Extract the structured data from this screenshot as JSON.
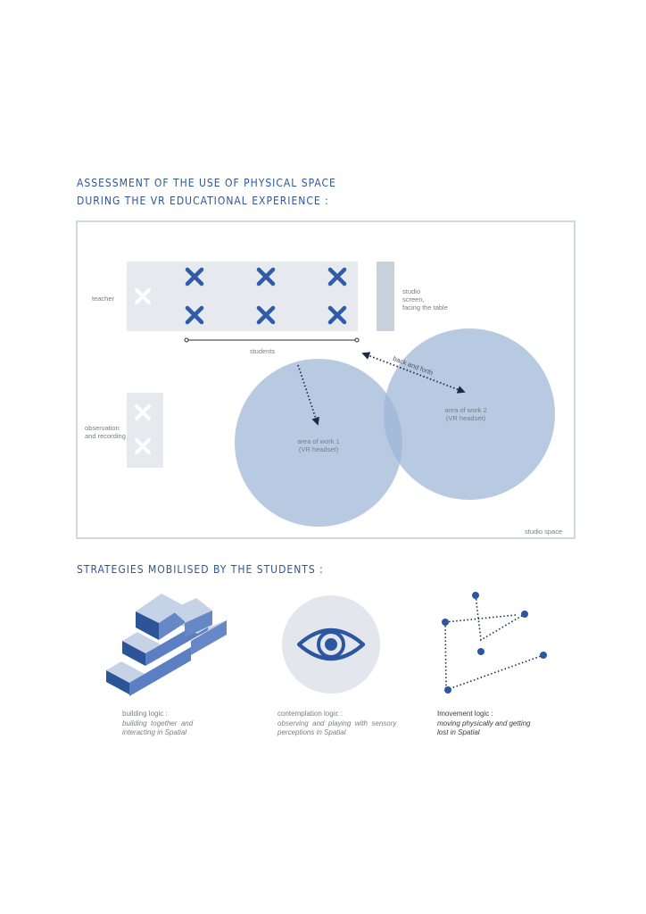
{
  "section1": {
    "title_line1": "ASSESSMENT OF THE USE OF PHYSICAL SPACE",
    "title_line2": "DURING THE VR EDUCATIONAL EXPERIENCE :"
  },
  "plan": {
    "teacher_label": "teacher",
    "observation_label_line1": "observation",
    "observation_label_line2": "and recording",
    "screen_label_line1_a": "studio",
    "screen_label_line1_b": "screen,",
    "screen_label_line2": "facing the table",
    "students_label": "students",
    "back_and_forth_label": "back and forth",
    "area1_line1": "area of work 1",
    "area1_line2": "(VR headset)",
    "area2_line1": "area of work 2",
    "area2_line2": "(VR headset)",
    "studio_space_label": "studio space"
  },
  "section2": {
    "title": "STRATEGIES MOBILISED BY THE STUDENTS :"
  },
  "strategies": [
    {
      "name": "building logic :",
      "desc_line1": "building  together  and",
      "desc_line2": "interacting in Spatial",
      "icon": "brick-wall-icon"
    },
    {
      "name": "contemplation logic :",
      "desc_line1": "observing  and  playing  with  sensory",
      "desc_line2": "perceptions in Spatial",
      "icon": "eye-icon"
    },
    {
      "name": "Imovement logic :",
      "desc_line1": "moving physically and getting",
      "desc_line2": "lost in Spatial",
      "icon": "dotted-path-icon"
    }
  ],
  "colors": {
    "heading_blue": "#2d5699",
    "marker_blue": "#2f5ba8",
    "circle_blue": "#9db5d7",
    "panel_gray": "#e6e9ee",
    "border_gray": "#d2d8e0"
  }
}
